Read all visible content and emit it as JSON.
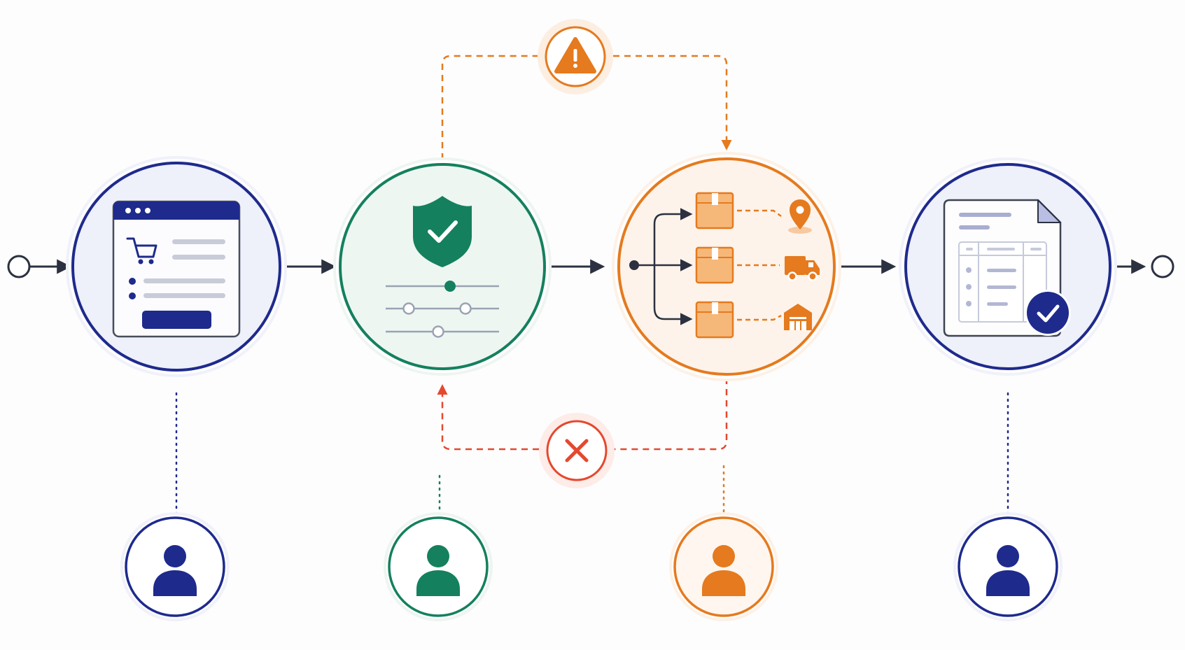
{
  "diagram": {
    "stages": [
      {
        "id": "order",
        "icon": "shopping-cart-form-icon",
        "color": "#1e2a8c",
        "fill": "#eeeff9"
      },
      {
        "id": "validation",
        "icon": "shield-check-icon",
        "color": "#14805e",
        "fill": "#eef6f2"
      },
      {
        "id": "fulfillment",
        "icon": "package-routing-icon",
        "color": "#e57a1e",
        "fill": "#fdf3ea"
      },
      {
        "id": "invoice",
        "icon": "document-check-icon",
        "color": "#1e2a8c",
        "fill": "#eeeff9"
      }
    ],
    "actors": [
      {
        "icon": "user-icon",
        "color": "#1e2a8c"
      },
      {
        "icon": "user-icon",
        "color": "#14805e"
      },
      {
        "icon": "user-icon",
        "color": "#e57a1e"
      },
      {
        "icon": "user-icon",
        "color": "#1e2a8c"
      }
    ],
    "branches": [
      {
        "icon": "warning-triangle-icon",
        "color": "#e57a1e",
        "direction": "validation-to-fulfillment"
      },
      {
        "icon": "x-cross-icon",
        "color": "#e5482e",
        "direction": "fulfillment-to-validation"
      }
    ],
    "flow_arrow_color": "#2b3140",
    "destinations": [
      "location-pin-icon",
      "delivery-truck-icon",
      "warehouse-icon"
    ]
  }
}
